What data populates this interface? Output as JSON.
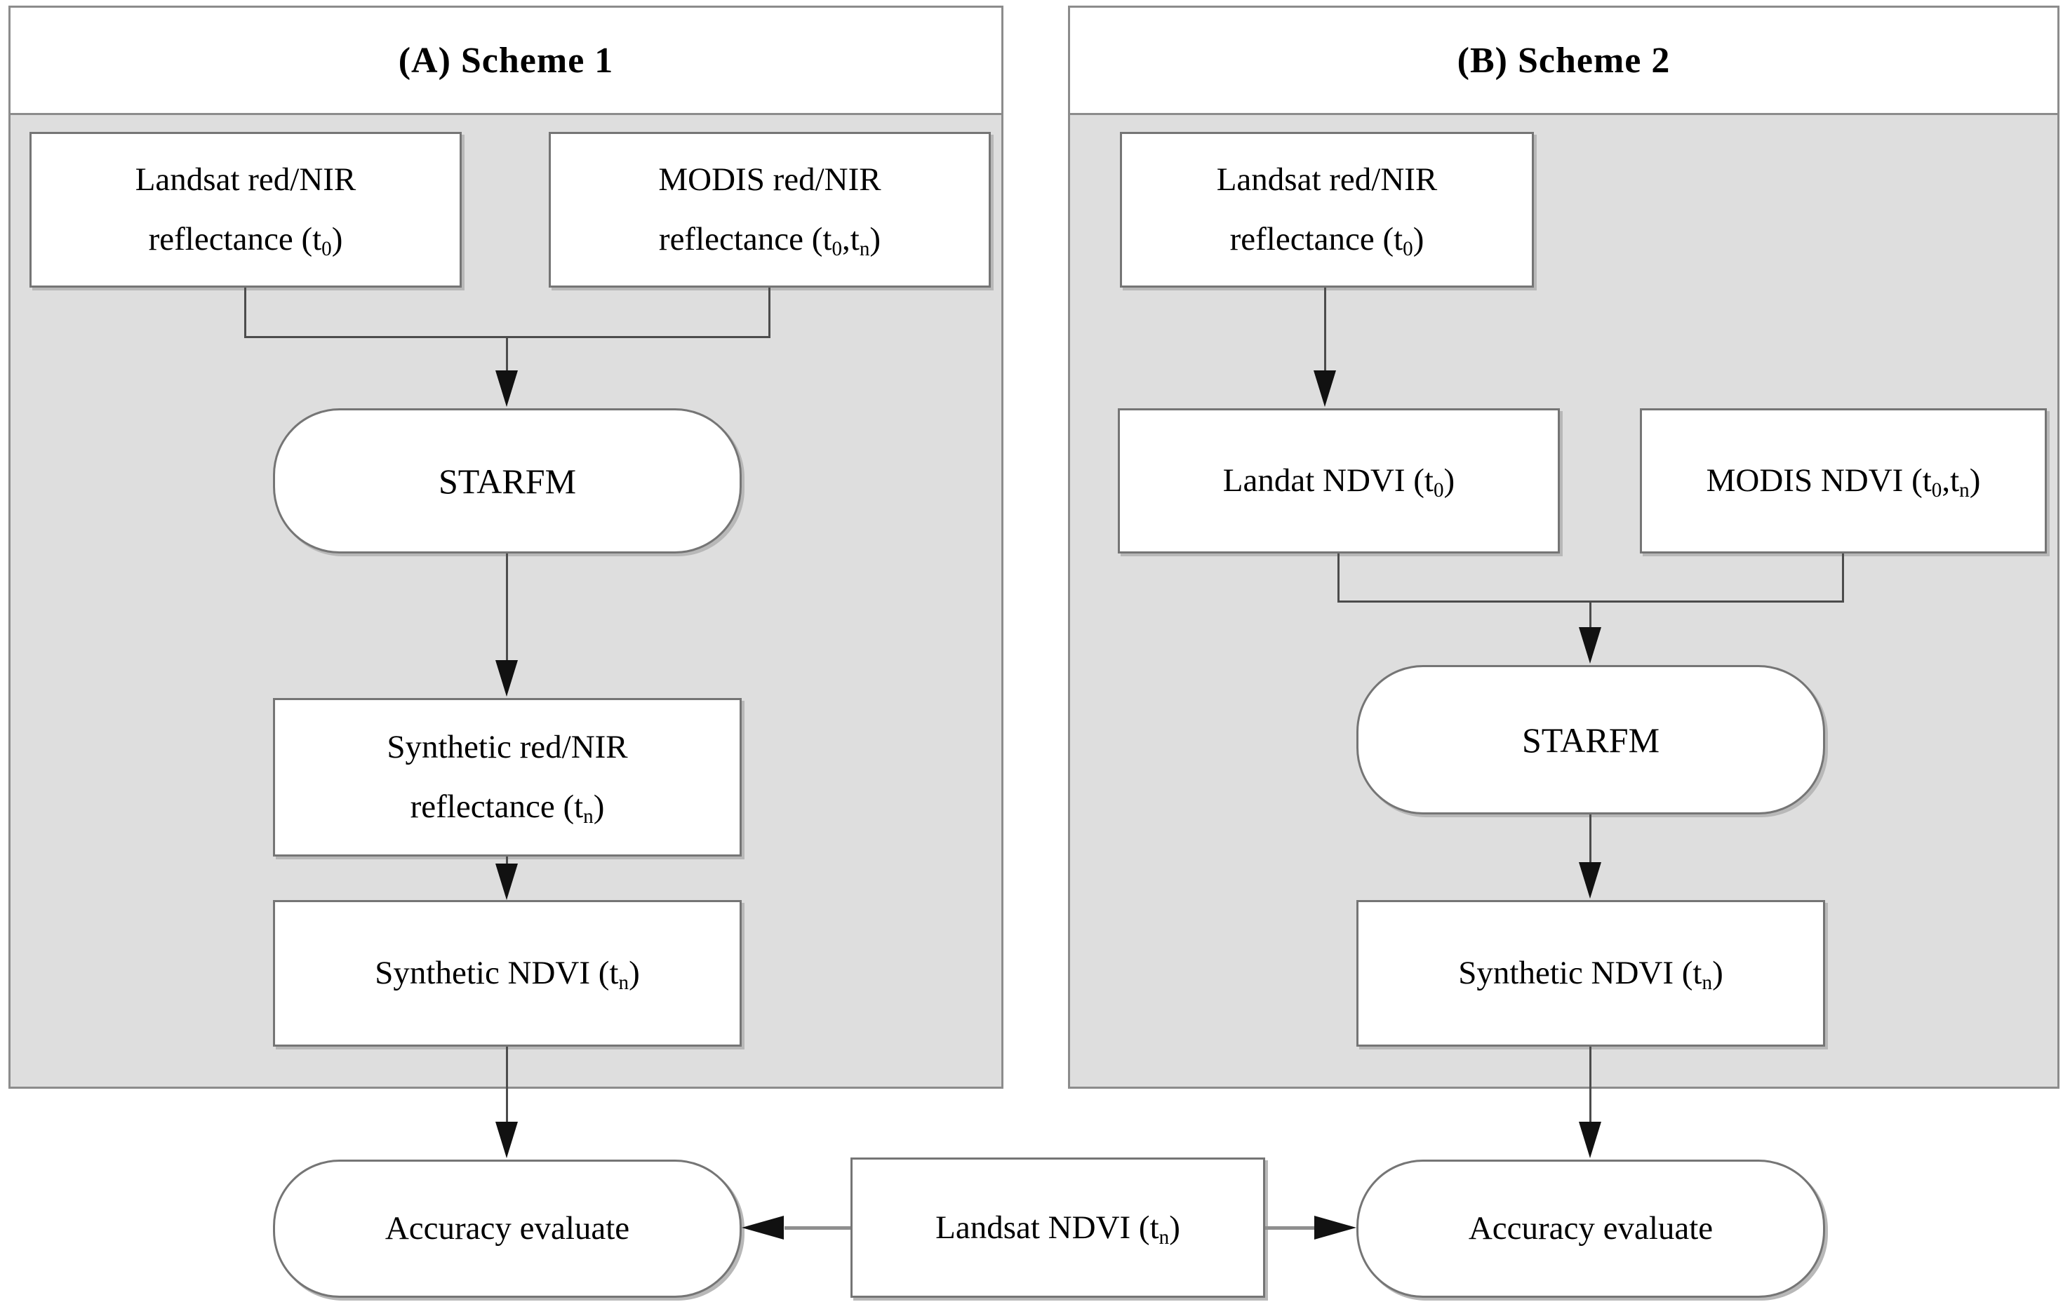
{
  "figure": {
    "type": "flowchart",
    "description": "Two schemes for generating synthetic NDVI with STARFM and accuracy evaluation"
  },
  "colors": {
    "panel_fill": "#dedede",
    "panel_border": "#8c8c8c",
    "box_fill": "#ffffff",
    "box_border": "#757575",
    "line": "#4c4c4c",
    "arrow_head": "#111111",
    "thick_line": "#8f8f8f",
    "shadow": "#b8b8b8",
    "text": "#000000"
  },
  "panels": [
    {
      "label": "(A) Scheme 1"
    },
    {
      "label": "(B) Scheme 2"
    }
  ],
  "nodes": {
    "a_input_landsat": {
      "segments": [
        {
          "t": "Landsat red/NIR"
        },
        {
          "br": true
        },
        {
          "t": "reflectance (t"
        },
        {
          "t": "0",
          "sub": true
        },
        {
          "t": ")"
        }
      ]
    },
    "a_input_modis": {
      "segments": [
        {
          "t": "MODIS red/NIR"
        },
        {
          "br": true
        },
        {
          "t": "reflectance (t"
        },
        {
          "t": "0",
          "sub": true
        },
        {
          "t": ",t"
        },
        {
          "t": "n",
          "sub": true
        },
        {
          "t": ")"
        }
      ]
    },
    "a_starfm": {
      "segments": [
        {
          "t": "STARFM"
        }
      ]
    },
    "a_synth_reflectance": {
      "segments": [
        {
          "t": "Synthetic red/NIR"
        },
        {
          "br": true
        },
        {
          "t": "reflectance (t"
        },
        {
          "t": "n",
          "sub": true
        },
        {
          "t": ")"
        }
      ]
    },
    "a_synth_ndvi": {
      "segments": [
        {
          "t": "Synthetic NDVI (t"
        },
        {
          "t": "n",
          "sub": true
        },
        {
          "t": ")"
        }
      ]
    },
    "a_accuracy": {
      "segments": [
        {
          "t": "Accuracy evaluate"
        }
      ]
    },
    "b_input_landsat": {
      "segments": [
        {
          "t": "Landsat red/NIR"
        },
        {
          "br": true
        },
        {
          "t": "reflectance (t"
        },
        {
          "t": "0",
          "sub": true
        },
        {
          "t": ")"
        }
      ]
    },
    "b_landsat_ndvi": {
      "segments": [
        {
          "t": "Landat NDVI (t"
        },
        {
          "t": "0",
          "sub": true
        },
        {
          "t": ")"
        }
      ]
    },
    "b_modis_ndvi": {
      "segments": [
        {
          "t": "MODIS NDVI (t"
        },
        {
          "t": "0",
          "sub": true
        },
        {
          "t": ",t"
        },
        {
          "t": "n",
          "sub": true
        },
        {
          "t": ")"
        }
      ]
    },
    "b_starfm": {
      "segments": [
        {
          "t": "STARFM"
        }
      ]
    },
    "b_synth_ndvi": {
      "segments": [
        {
          "t": "Synthetic NDVI (t"
        },
        {
          "t": "n",
          "sub": true
        },
        {
          "t": ")"
        }
      ]
    },
    "b_accuracy": {
      "segments": [
        {
          "t": "Accuracy evaluate"
        }
      ]
    },
    "reference_ndvi": {
      "segments": [
        {
          "t": "Landsat NDVI (t"
        },
        {
          "t": "n",
          "sub": true
        },
        {
          "t": ")"
        }
      ]
    }
  }
}
